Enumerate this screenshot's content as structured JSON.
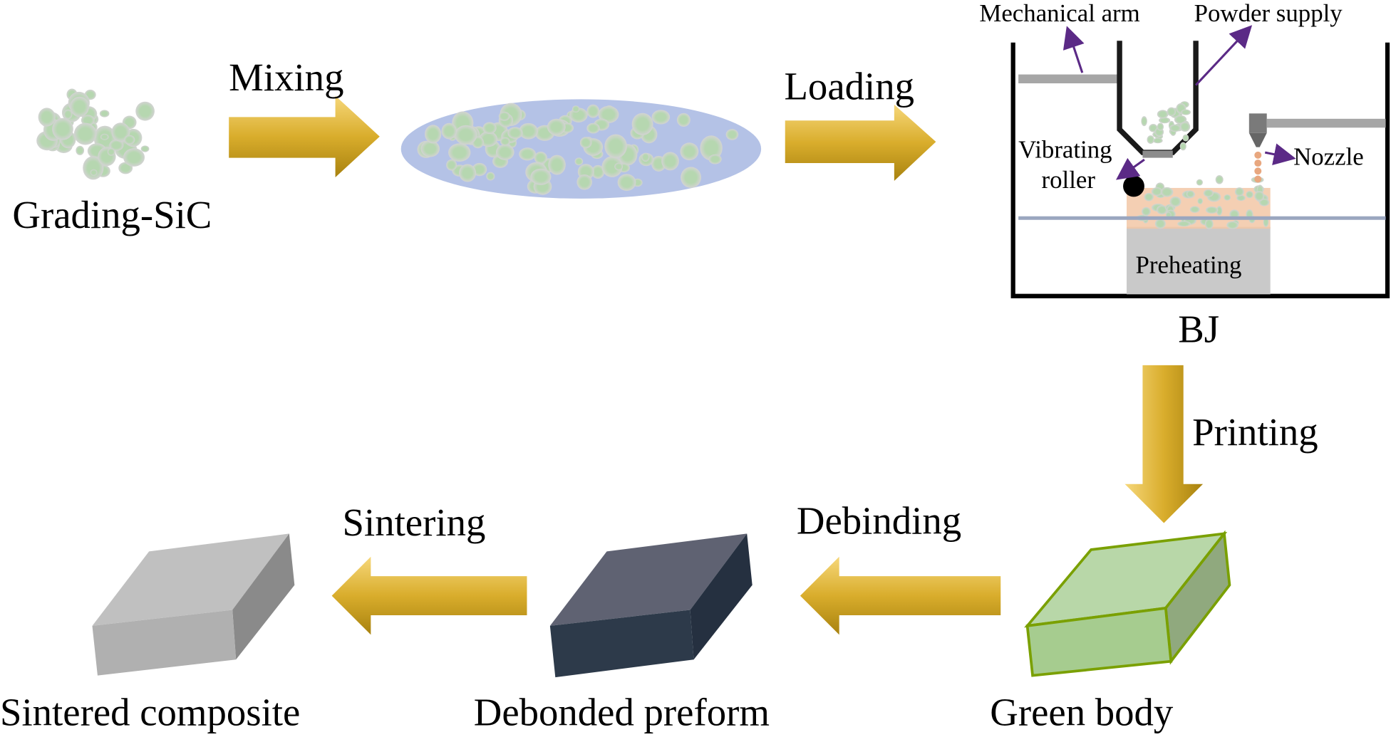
{
  "colors": {
    "arrow_light": "#f6d77a",
    "arrow_dark": "#a8820f",
    "particle": "#b6d7b0",
    "particle_edge": "#d3d3d3",
    "slurry": "#b4c2e6",
    "pointer": "#5b2a86",
    "green_body": "#a6cc8f",
    "preform": "#2d3a4a",
    "sintered": "#b0b0b0"
  },
  "labels": {
    "grading_sic": "Grading-SiC",
    "mixing": "Mixing",
    "loading": "Loading",
    "bj": "BJ",
    "printing": "Printing",
    "debinding": "Debinding",
    "sintering": "Sintering",
    "green_body": "Green body",
    "debonded_preform": "Debonded preform",
    "sintered_composite": "Sintered composite"
  },
  "bj_machine": {
    "mechanical_arm": "Mechanical arm",
    "powder_supply": "Powder supply",
    "vibrating": "Vibrating",
    "roller": "roller",
    "nozzle": "Nozzle",
    "preheating": "Preheating"
  }
}
